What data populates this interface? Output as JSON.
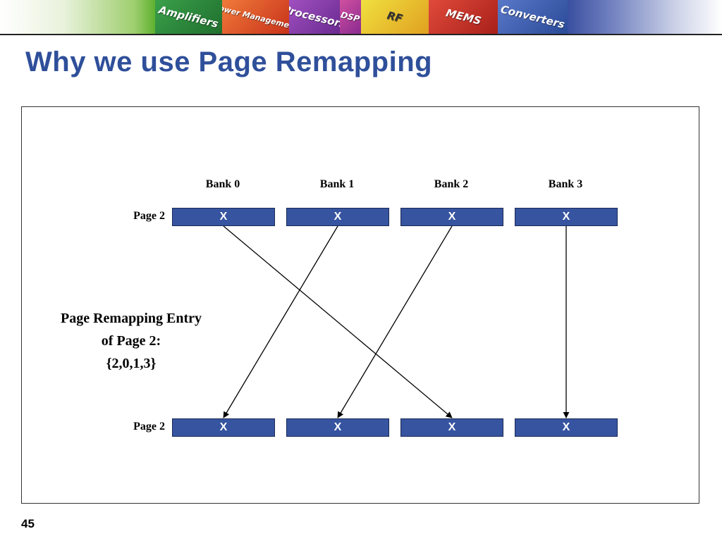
{
  "banner": {
    "tiles": [
      "Amplifiers",
      "Power Management",
      "Processors",
      "DSP",
      "RF",
      "MEMS",
      "Converters"
    ],
    "colors": [
      "#2e8b3a",
      "#e0562a",
      "#8a3fa8",
      "#e8b020",
      "#e07a2a",
      "#d0302a",
      "#3a5ab0"
    ]
  },
  "slide": {
    "title": "Why we use Page Remapping",
    "number": "45"
  },
  "diagram": {
    "banks": [
      "Bank 0",
      "Bank 1",
      "Bank 2",
      "Bank 3"
    ],
    "top_row_label": "Page 2",
    "bottom_row_label": "Page 2",
    "top_cells": [
      "X",
      "X",
      "X",
      "X"
    ],
    "bottom_cells": [
      "X",
      "X",
      "X",
      "X"
    ],
    "entry_lines": [
      "Page Remapping Entry",
      "of Page 2:",
      "{2,0,1,3}"
    ],
    "mapping": [
      2,
      0,
      1,
      3
    ],
    "cell_color": "#3654a0"
  }
}
